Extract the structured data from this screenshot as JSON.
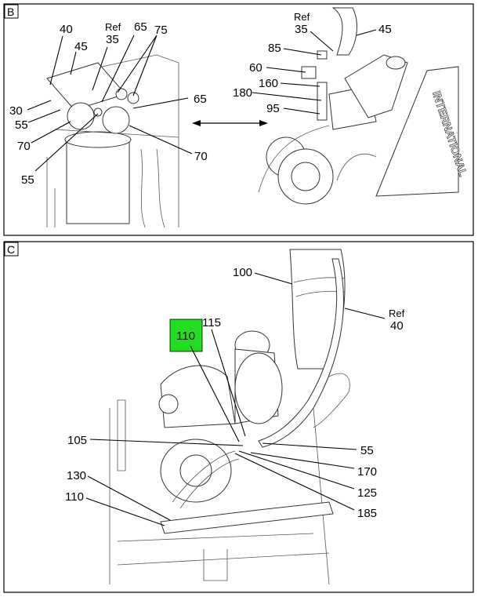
{
  "panel_b": {
    "letter": "B",
    "left_view": {
      "callouts": {
        "c40": "40",
        "c45": "45",
        "ref": "Ref",
        "c35": "35",
        "c65a": "65",
        "c75": "75",
        "c65b": "65",
        "c30": "30",
        "c55a": "55",
        "c70a": "70",
        "c70b": "70",
        "c55b": "55"
      }
    },
    "right_view": {
      "callouts": {
        "ref": "Ref",
        "c35": "35",
        "c45": "45",
        "c85": "85",
        "c60": "60",
        "c160": "160",
        "c180": "180",
        "c95": "95"
      },
      "branding": "INTERNATIONAL"
    }
  },
  "panel_c": {
    "letter": "C",
    "highlight_color": "#22dd22",
    "highlighted_callout": "110",
    "callouts": {
      "c100": "100",
      "ref": "Ref",
      "c40": "40",
      "c115": "115",
      "c105": "105",
      "c55": "55",
      "c170": "170",
      "c125": "125",
      "c185": "185",
      "c130": "130",
      "c110": "110"
    }
  }
}
